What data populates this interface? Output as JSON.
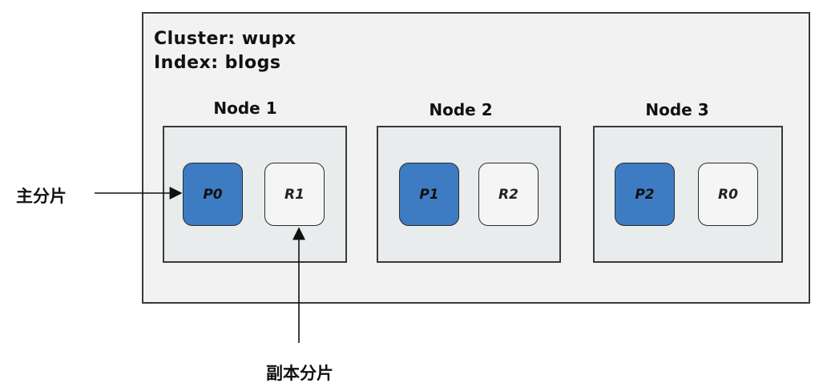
{
  "cluster": {
    "cluster_label": "Cluster: wupx",
    "index_label": "Index: blogs"
  },
  "nodes": [
    {
      "title": "Node 1",
      "shards": [
        {
          "label": "P0",
          "type": "primary"
        },
        {
          "label": "R1",
          "type": "replica"
        }
      ]
    },
    {
      "title": "Node 2",
      "shards": [
        {
          "label": "P1",
          "type": "primary"
        },
        {
          "label": "R2",
          "type": "replica"
        }
      ]
    },
    {
      "title": "Node 3",
      "shards": [
        {
          "label": "P2",
          "type": "primary"
        },
        {
          "label": "R0",
          "type": "replica"
        }
      ]
    }
  ],
  "callouts": {
    "primary_shard": "主分片",
    "replica_shard": "副本分片"
  },
  "colors": {
    "primary": "#3d7cc2",
    "replica": "#f5f5f5",
    "cluster_bg": "#f2f2f2",
    "node_bg": "#e9eced"
  }
}
